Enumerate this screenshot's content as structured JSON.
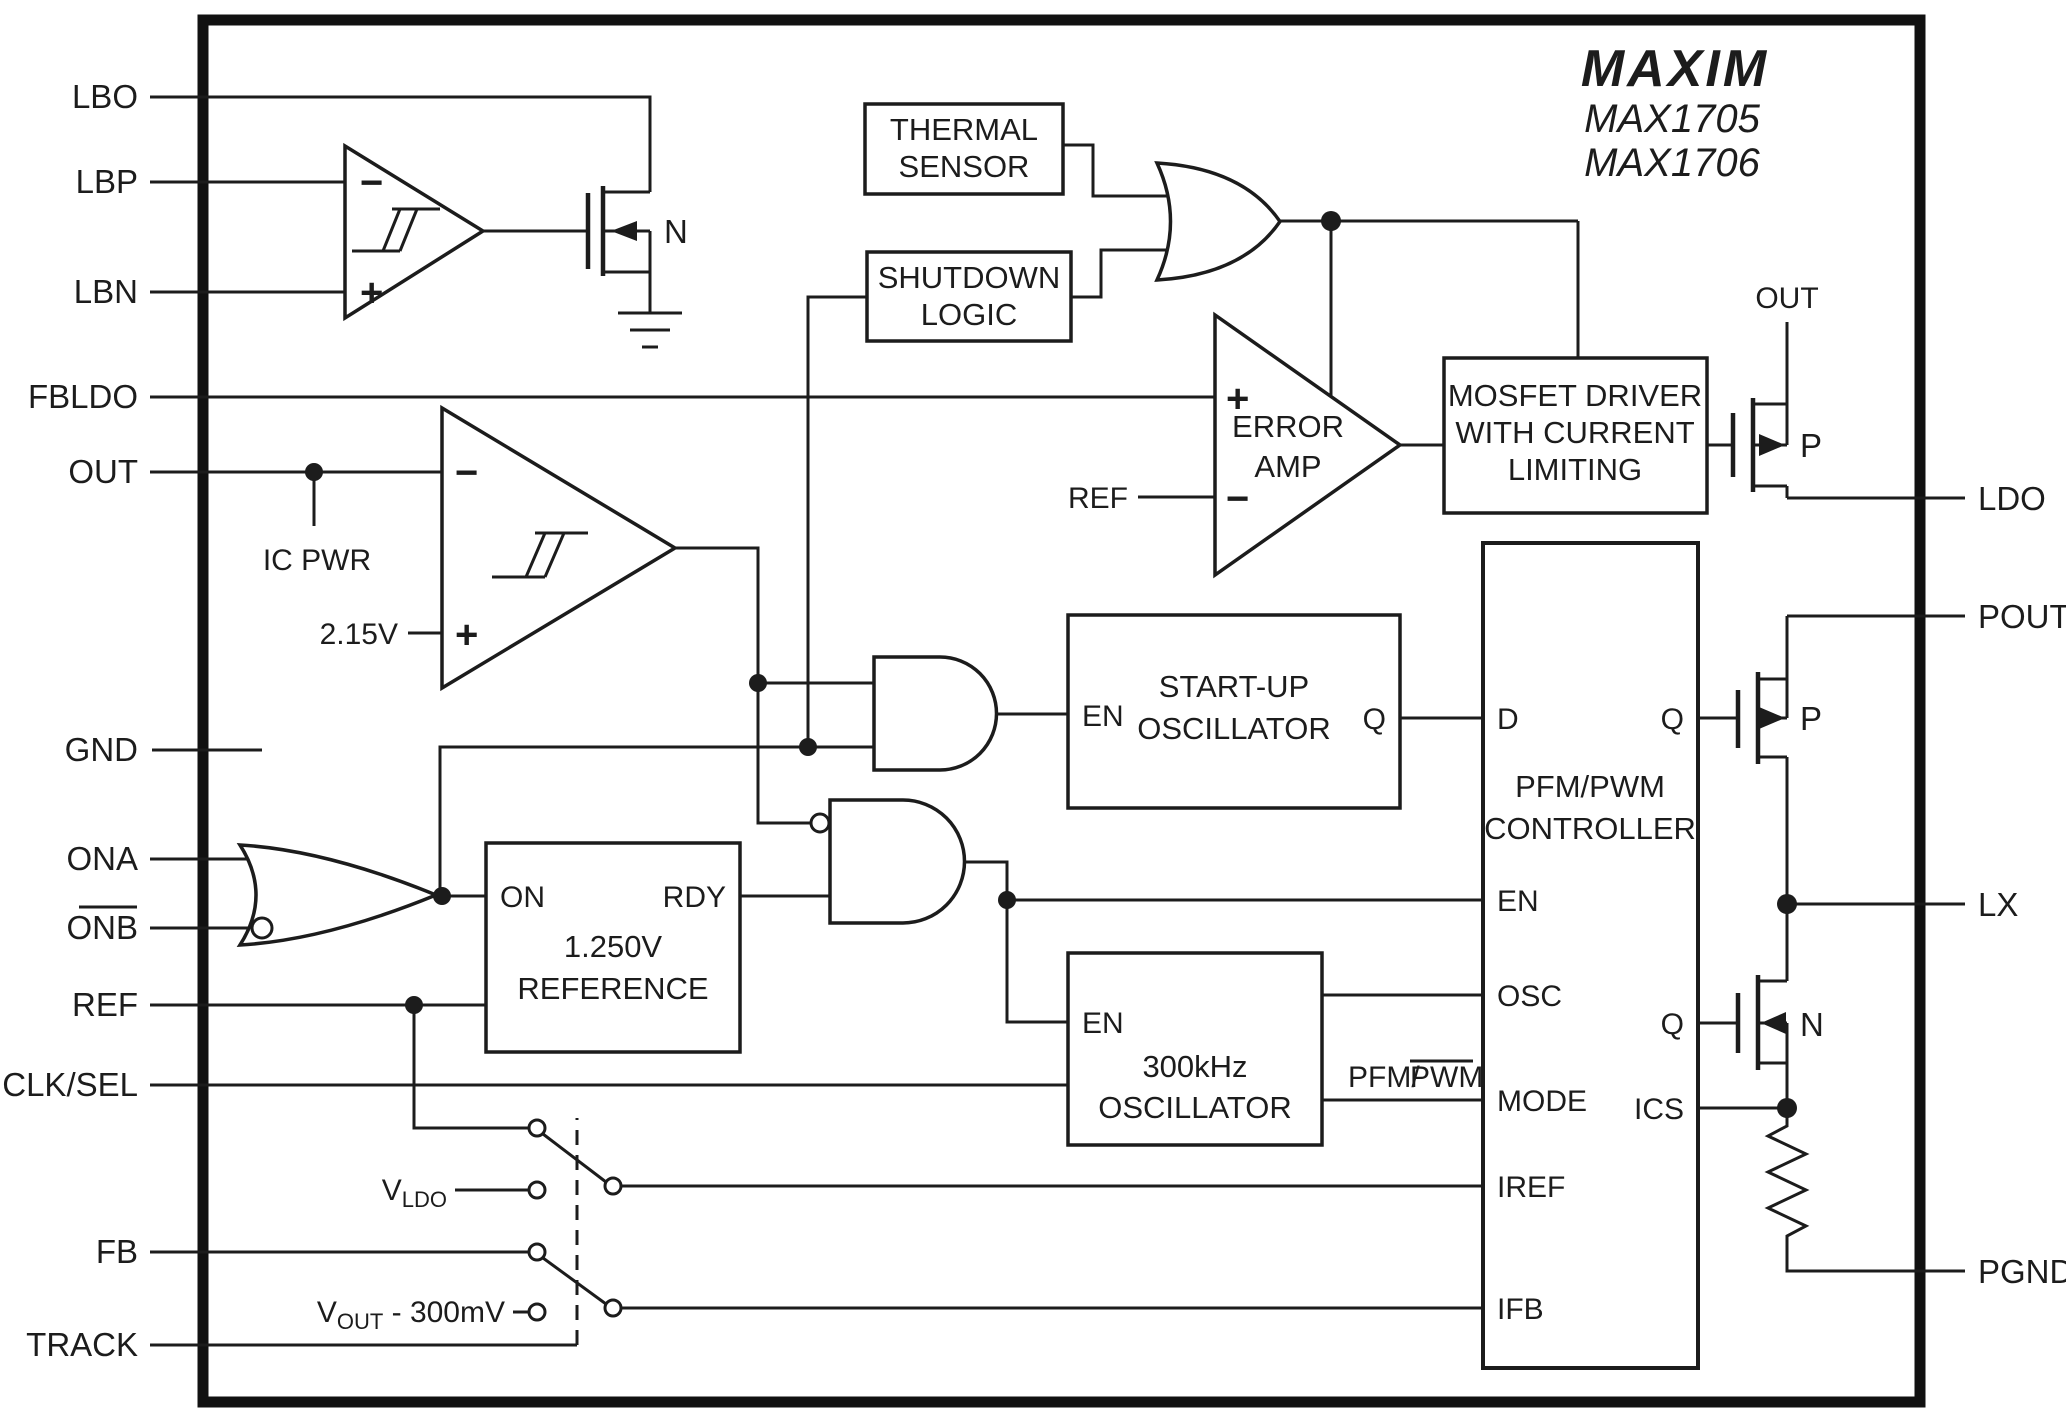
{
  "device": {
    "brand": "MAXIM",
    "part1": "MAX1705",
    "part2": "MAX1706"
  },
  "pins": {
    "left": {
      "lbo": "LBO",
      "lbp": "LBP",
      "lbn": "LBN",
      "fbldo": "FBLDO",
      "out": "OUT",
      "gnd": "GND",
      "ona": "ONA",
      "onb": "ONB",
      "ref": "REF",
      "clksel": "CLK/SEL",
      "fb": "FB",
      "track": "TRACK"
    },
    "right": {
      "ldo": "LDO",
      "pout": "POUT",
      "lx": "LX",
      "pgnd": "PGND"
    }
  },
  "blocks": {
    "thermal": {
      "l1": "THERMAL",
      "l2": "SENSOR"
    },
    "shutdown": {
      "l1": "SHUTDOWN",
      "l2": "LOGIC"
    },
    "driver": {
      "l1": "MOSFET DRIVER",
      "l2": "WITH CURRENT",
      "l3": "LIMITING"
    },
    "startup": {
      "l1": "START-UP",
      "l2": "OSCILLATOR",
      "en": "EN",
      "q": "Q"
    },
    "osc300": {
      "l1": "300kHz",
      "l2": "OSCILLATOR",
      "en": "EN"
    },
    "reference": {
      "l1": "1.250V",
      "l2": "REFERENCE",
      "on": "ON",
      "rdy": "RDY"
    },
    "controller": {
      "l1": "PFM/PWM",
      "l2": "CONTROLLER",
      "d": "D",
      "en": "EN",
      "osc": "OSC",
      "mode": "MODE",
      "iref": "IREF",
      "ifb": "IFB",
      "q1": "Q",
      "q2": "Q",
      "ics": "ICS"
    },
    "error_amp": {
      "l1": "ERROR",
      "l2": "AMP",
      "ref": "REF"
    }
  },
  "labels": {
    "out_top": "OUT",
    "ic_pwr": "IC PWR",
    "v215": "2.15V",
    "vldo_v": "V",
    "vldo_sub": "LDO",
    "vout_v": "V",
    "vout_sub": "OUT",
    "vout_rest": " - 300mV",
    "mode_pfm": "PFM/",
    "mode_pwm": "PWM",
    "n1": "N",
    "n2": "N",
    "p1": "P",
    "p2": "P",
    "plus": "+",
    "minus": "−"
  }
}
